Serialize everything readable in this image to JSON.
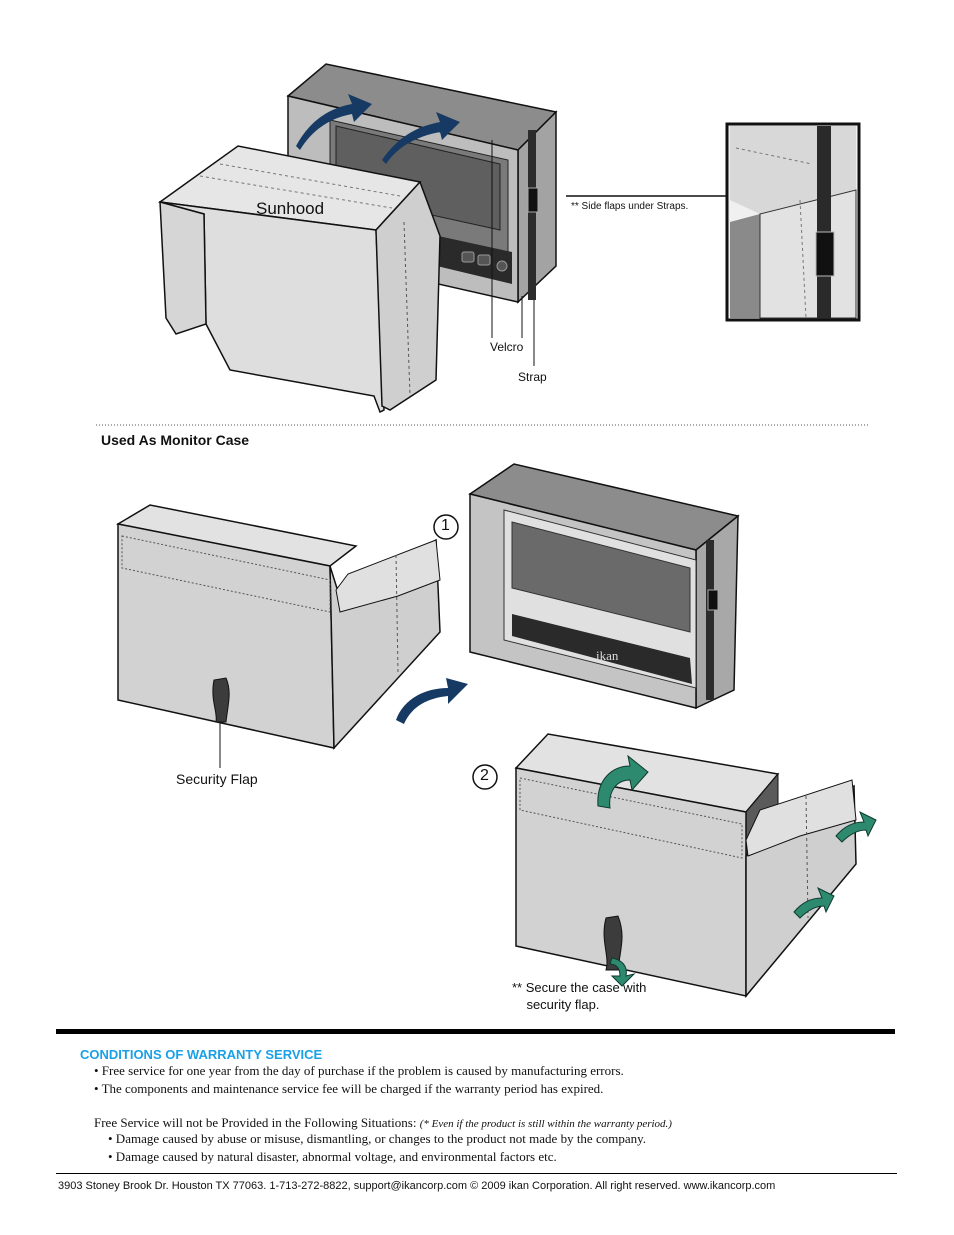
{
  "figure1": {
    "sunhood_label": "Sunhood",
    "velcro_label": "Velcro",
    "strap_label": "Strap",
    "side_note": "** Side flaps under Straps."
  },
  "section": {
    "heading": "Used As Monitor Case"
  },
  "figure2": {
    "step1": "1",
    "step2": "2",
    "security_flap_label": "Security Flap",
    "secure_note": "** Secure the case with\n    security flap.",
    "brand_text": "ikan"
  },
  "warranty": {
    "title": "CONDITIONS OF WARRANTY SERVICE",
    "bullets": [
      "• Free service for one year from the day of purchase if the problem is caused by manufacturing errors.",
      "• The components and maintenance service fee will be charged if the warranty period has expired."
    ],
    "exclusions_intro": "Free Service will not be Provided in the Following Situations:",
    "exclusions_note": "(* Even if the product is still within the warranty period.)",
    "exclusions": [
      "• Damage caused by abuse or misuse, dismantling, or changes to the product not made by the company.",
      "• Damage caused by natural disaster, abnormal voltage, and environmental factors etc."
    ]
  },
  "footer": {
    "text": "3903 Stoney Brook Dr. Houston TX 77063. 1-713-272-8822, support@ikancorp.com © 2009 ikan Corporation. All right reserved. www.ikancorp.com"
  },
  "colors": {
    "warranty_title": "#1aa0e6",
    "arrow_navy": "#163a63",
    "arrow_green": "#2e8a6e",
    "case_fill": "#d2d2d2"
  }
}
